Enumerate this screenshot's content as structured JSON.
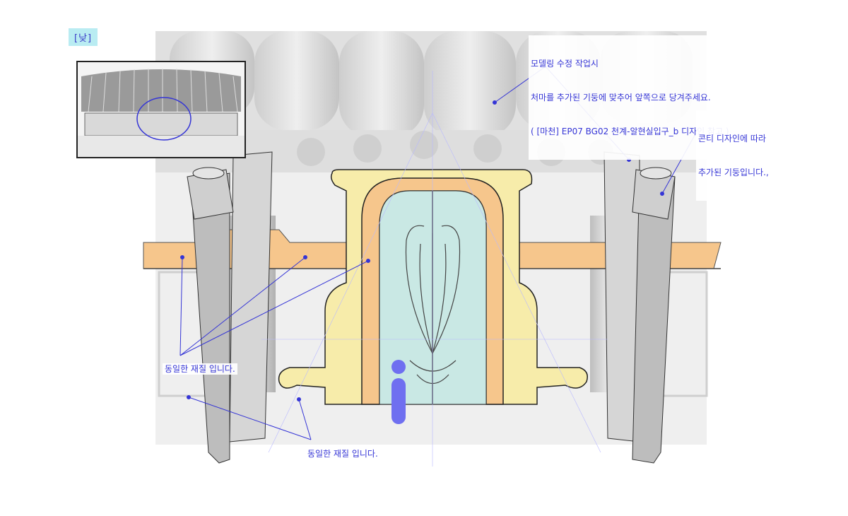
{
  "tag": "[낮]",
  "notes": {
    "modeling_line1": "모델링 수정 작업시",
    "modeling_line2": "처마를 추가된 기둥에 맞추어 앞쪽으로 당겨주세요.",
    "modeling_line3": "( [마천] EP07 BG02 천계-알현실입구_b 디자인 참고 )",
    "conti_line1": "콘티 디자인에 따라",
    "conti_line2": "추가된 기둥입니다.,",
    "same_material_left": "동일한 재질 입니다.",
    "same_material_bottom": "동일한 재질 입니다."
  },
  "colors": {
    "annotation": "#3535d6",
    "tag_bg": "#b9ecf2",
    "beam": "#f6c68c",
    "frame_yellow": "#f7ecaa",
    "frame_orange": "#f6c68c",
    "door_glass": "#c9e8e4",
    "marker": "#6f6ff0"
  },
  "icons": [
    "info-marker-icon"
  ]
}
